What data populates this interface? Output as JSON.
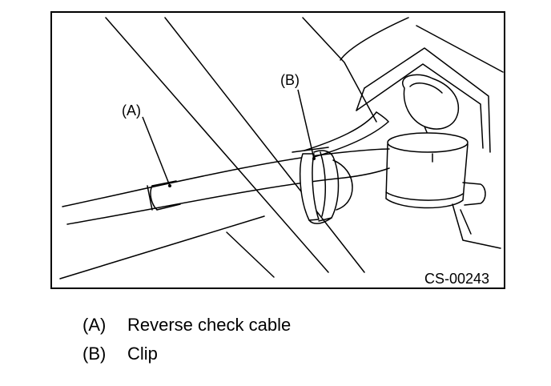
{
  "figure": {
    "code": "CS-00243",
    "callouts": {
      "a": "(A)",
      "b": "(B)"
    }
  },
  "legend": [
    {
      "key": "(A)",
      "text": "Reverse check cable"
    },
    {
      "key": "(B)",
      "text": "Clip"
    }
  ],
  "colors": {
    "ink": "#000000",
    "paper": "#ffffff"
  }
}
